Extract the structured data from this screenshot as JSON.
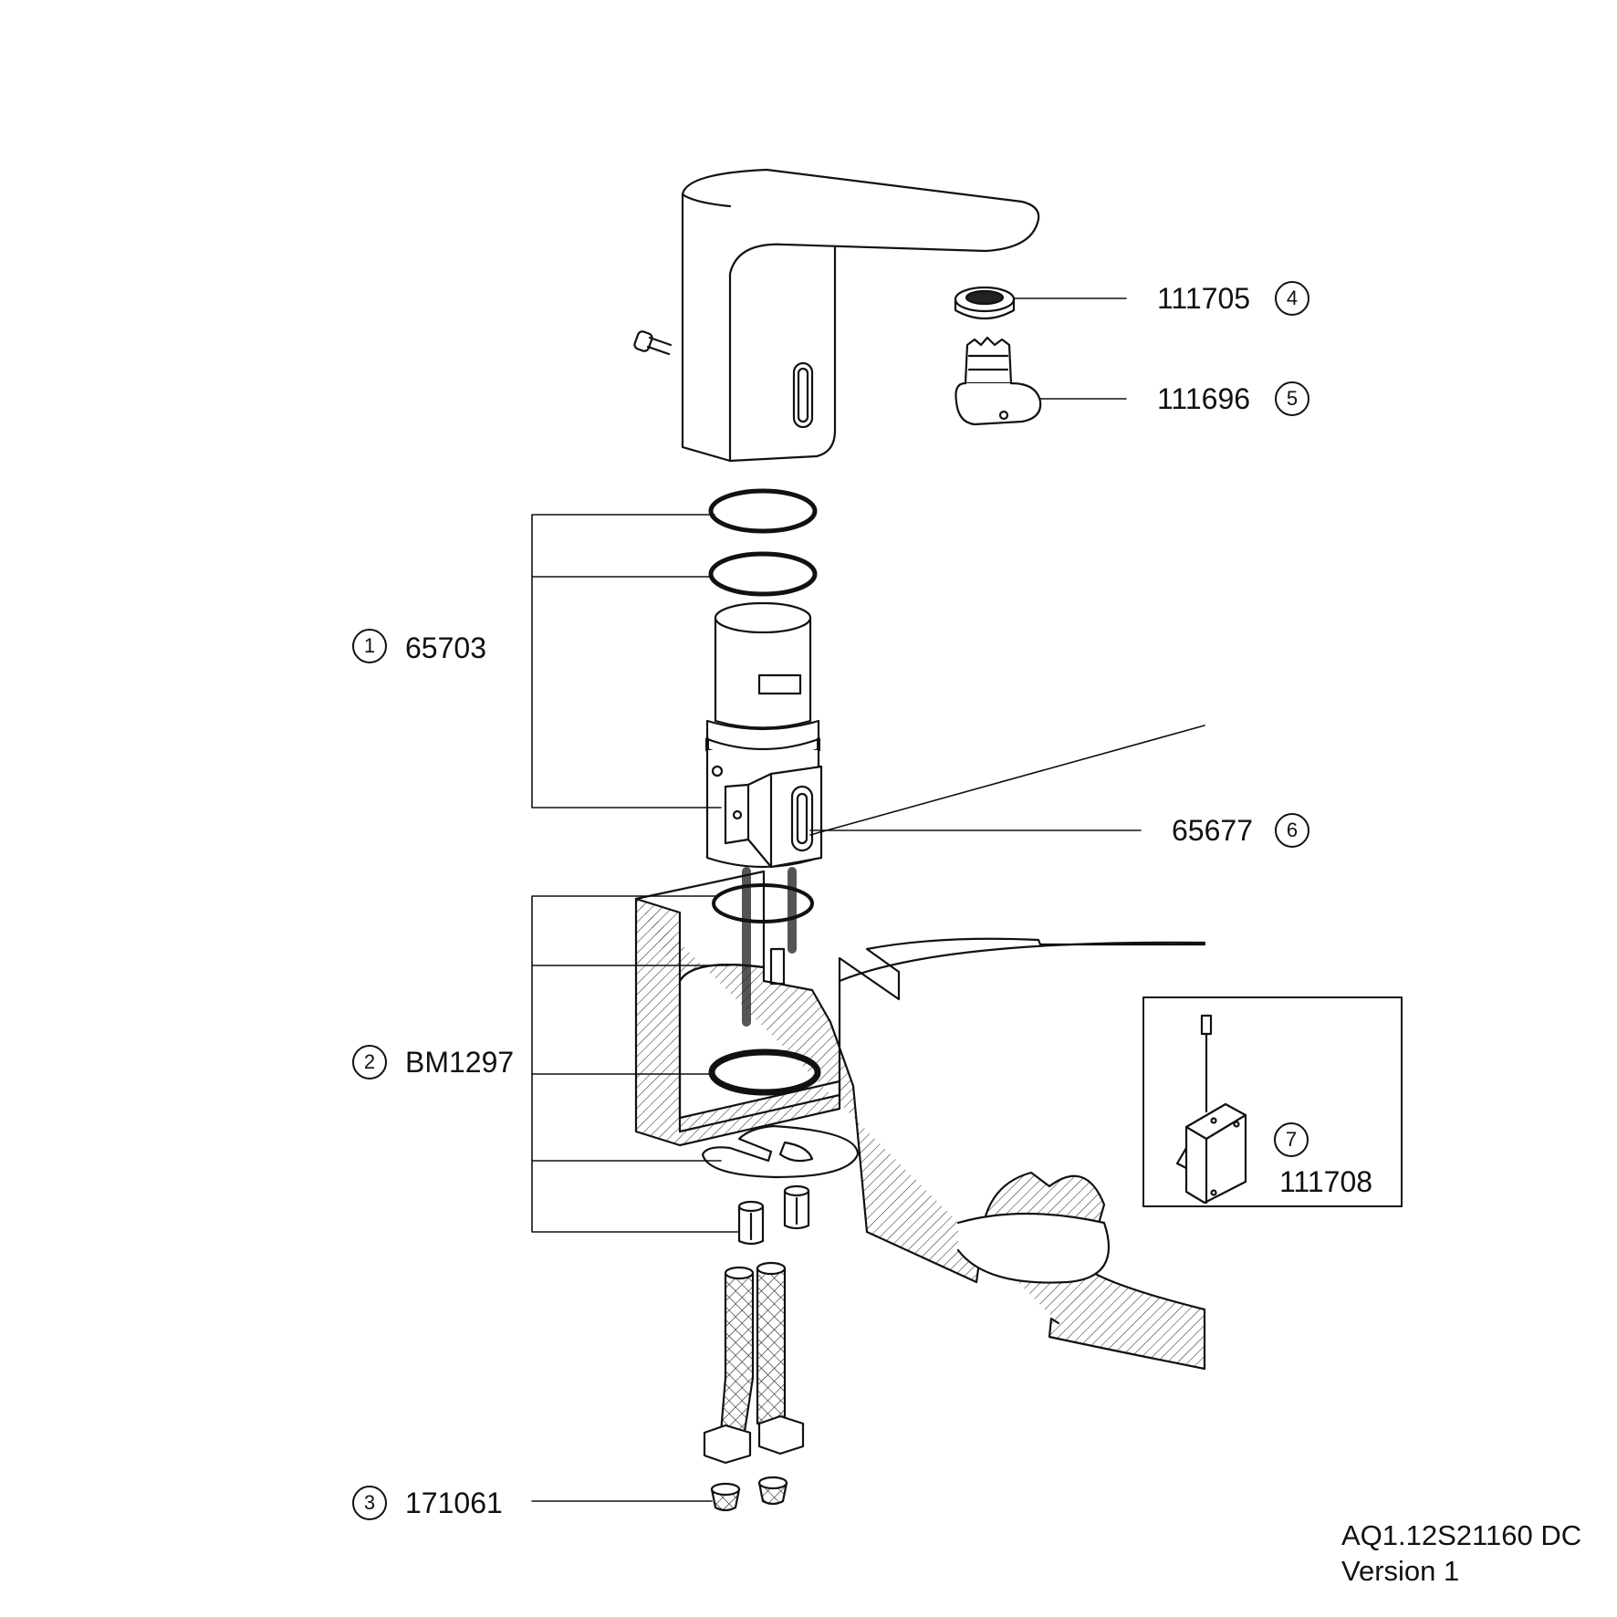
{
  "callouts": [
    {
      "num": "1",
      "part": "65703"
    },
    {
      "num": "2",
      "part": "BM1297"
    },
    {
      "num": "3",
      "part": "171061"
    },
    {
      "num": "4",
      "part": "111705"
    },
    {
      "num": "5",
      "part": "111696"
    },
    {
      "num": "6",
      "part": "65677"
    },
    {
      "num": "7",
      "part": "111708"
    }
  ],
  "footer": {
    "code": "AQ1.12S21160 DC",
    "version": "Version 1"
  },
  "icons": {
    "faucet": "faucet-body-icon",
    "cartridge": "sensor-cartridge-icon",
    "hoses": "braided-hose-icon",
    "module": "battery-module-icon"
  }
}
